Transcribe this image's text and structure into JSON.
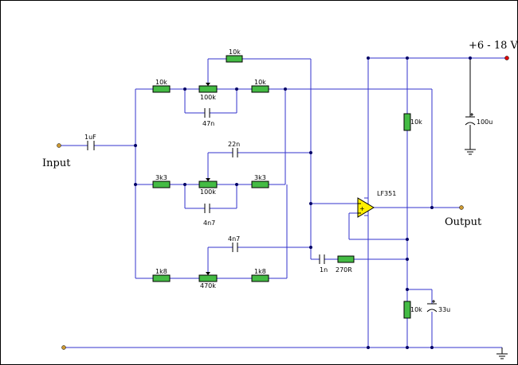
{
  "labels": {
    "supply": "+6 - 18 V",
    "input": "Input",
    "output": "Output",
    "opamp": "LF351",
    "r_top": "10k",
    "r_high_left": "10k",
    "pot_high": "100k",
    "r_high_right": "10k",
    "c_high": "47n",
    "c_in": "1uF",
    "c_mid_top": "22n",
    "r_mid_left": "3k3",
    "pot_mid": "100k",
    "r_mid_right": "3k3",
    "c_mid": "4n7",
    "c_low_top": "4n7",
    "r_low_left": "1k8",
    "pot_low": "470k",
    "r_low_right": "1k8",
    "c_out1": "1n",
    "r_out": "270R",
    "r_bias_top": "10k",
    "r_bias_bot": "10k",
    "c_bias": "33u",
    "c_supply": "100u"
  },
  "colors": {
    "wire": "#3333cc",
    "resistor": "#44bb44",
    "opamp": "#ffee00",
    "terminal": "#cc9933",
    "supply_terminal": "#dd0000"
  }
}
